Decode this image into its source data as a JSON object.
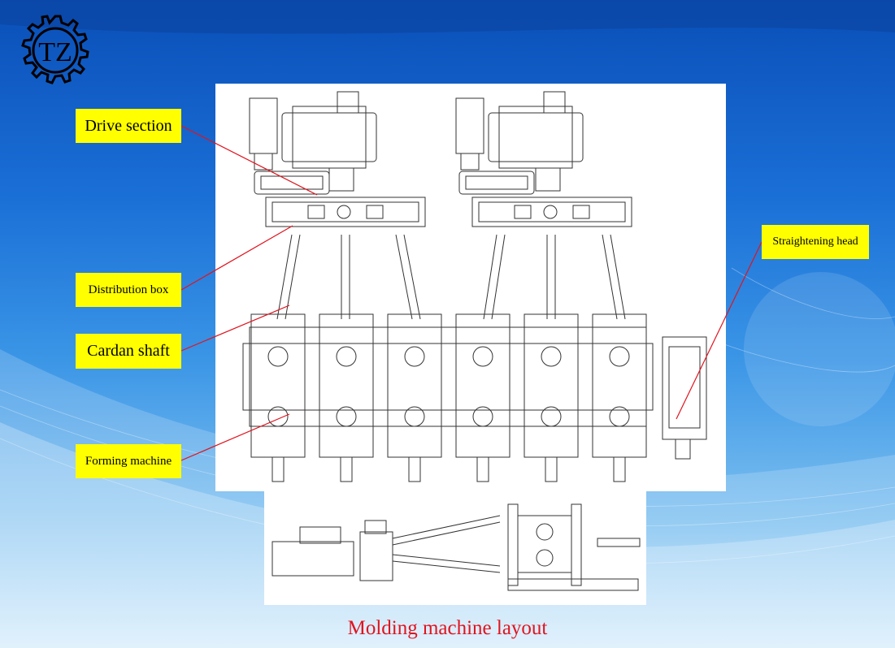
{
  "logo": {
    "text": "TZ"
  },
  "labels": {
    "drive_section": "Drive section",
    "distribution_box": "Distribution box",
    "cardan_shaft": "Cardan shaft",
    "forming_machine": "Forming machine",
    "straightening_head": "Straightening head"
  },
  "caption": "Molding machine layout",
  "colors": {
    "label_bg": "#ffff00",
    "leader": "#e0141e",
    "caption": "#e0141e",
    "drawing": "#333333"
  }
}
